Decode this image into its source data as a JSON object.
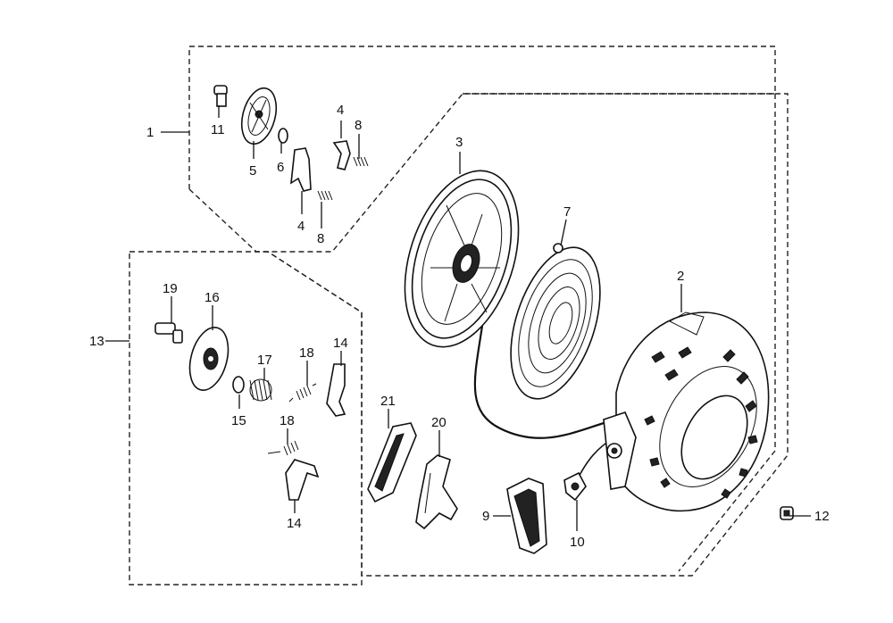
{
  "callouts": {
    "c1": "1",
    "c2": "2",
    "c3": "3",
    "c4a": "4",
    "c4b": "4",
    "c5": "5",
    "c6": "6",
    "c7": "7",
    "c8a": "8",
    "c8b": "8",
    "c9": "9",
    "c10": "10",
    "c11": "11",
    "c12": "12",
    "c13": "13",
    "c14a": "14",
    "c14b": "14",
    "c15": "15",
    "c16": "16",
    "c17": "17",
    "c18a": "18",
    "c18b": "18",
    "c19": "19",
    "c20": "20",
    "c21": "21"
  }
}
